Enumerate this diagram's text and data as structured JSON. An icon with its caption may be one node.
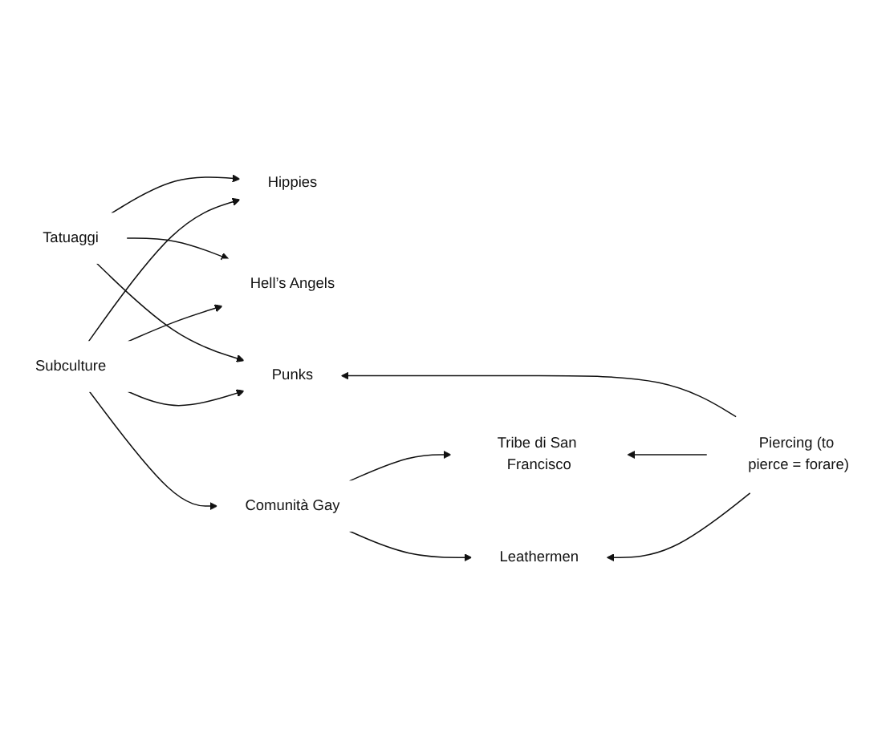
{
  "diagram": {
    "nodes": [
      {
        "text": [
          "Subculture"
        ]
      },
      {
        "text": [
          "Hippies"
        ]
      },
      {
        "text": [
          "Tatuaggi"
        ]
      },
      {
        "text": [
          "Hell’s Angels"
        ]
      },
      {
        "text": [
          "Punks"
        ]
      },
      {
        "text": [
          "Leathermen"
        ]
      },
      {
        "text": [
          "Comunità Gay"
        ]
      },
      {
        "text": [
          "Piercing (to pierce = forare)"
        ]
      },
      {
        "text": [
          "Tribe di San Francisco"
        ]
      }
    ],
    "edges": [
      {
        "from": 0,
        "to": 1,
        "arrow": "to"
      },
      {
        "from": 0,
        "to": 3,
        "arrow": "to"
      },
      {
        "from": 0,
        "to": 4,
        "arrow": "to"
      },
      {
        "from": 0,
        "to": 6,
        "arrow": "to"
      },
      {
        "from": 2,
        "to": 1,
        "arrow": "to"
      },
      {
        "from": 2,
        "to": 3,
        "arrow": "to"
      },
      {
        "from": 2,
        "to": 4,
        "arrow": "to"
      },
      {
        "from": 6,
        "to": 5,
        "arrow": "to"
      },
      {
        "from": 6,
        "to": 8,
        "arrow": "to"
      },
      {
        "from": 7,
        "to": 5,
        "arrow": "to"
      },
      {
        "from": 7,
        "to": 8,
        "arrow": "to"
      },
      {
        "from": 7,
        "to": 4,
        "arrow": "to"
      }
    ]
  }
}
